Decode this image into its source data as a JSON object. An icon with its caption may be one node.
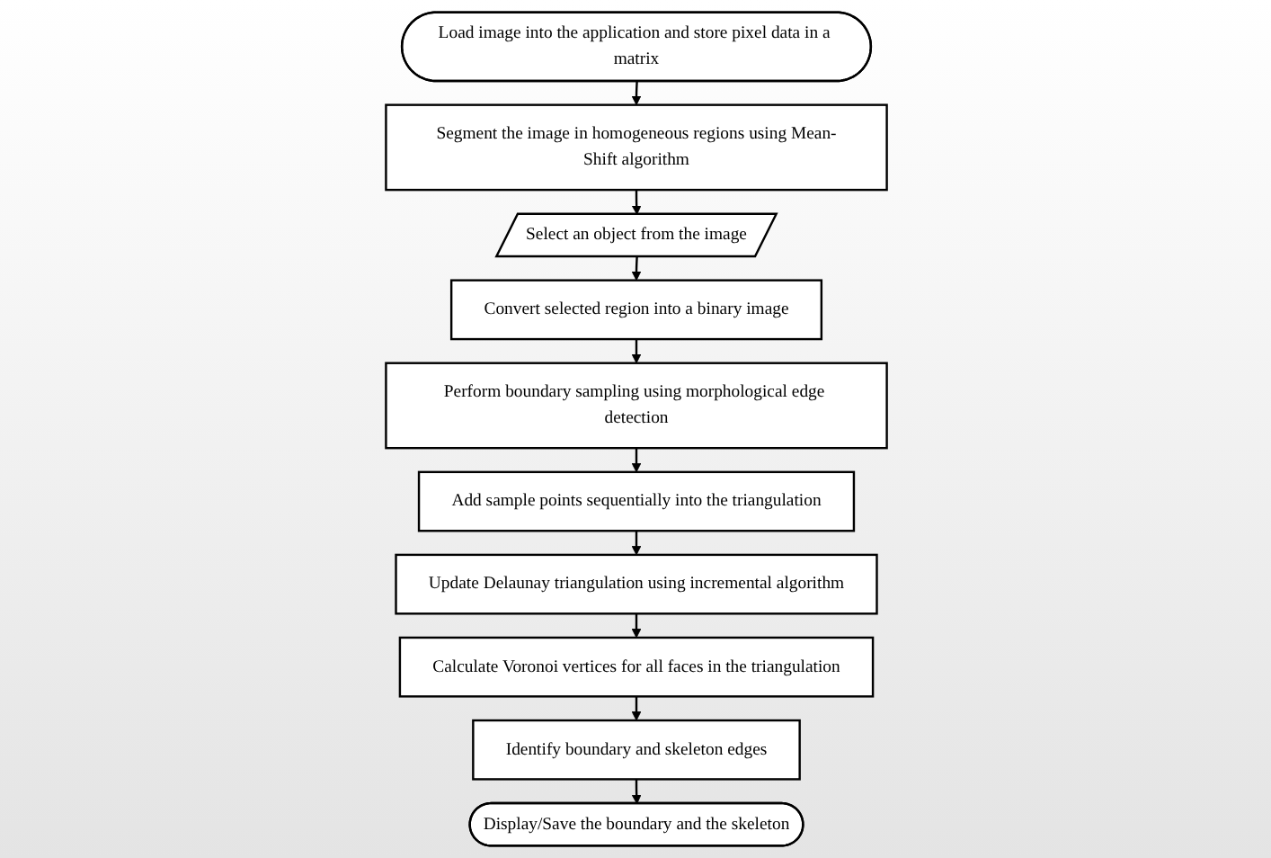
{
  "diagram": {
    "nodes": [
      {
        "text": [
          "Load image into the application and store pixel data in a matrix"
        ]
      },
      {
        "text": [
          "Segment the image in homogeneous regions using Mean-Shift algorithm"
        ]
      },
      {
        "text": [
          "Select an object from the image"
        ]
      },
      {
        "text": [
          "Convert selected region into a binary image"
        ]
      },
      {
        "text": [
          "Perform boundary sampling using morphological edge detection"
        ]
      },
      {
        "text": [
          "Add sample points sequentially into the triangulation"
        ]
      },
      {
        "text": [
          "Update Delaunay triangulation using incremental algorithm"
        ]
      },
      {
        "text": [
          "Calculate Voronoi vertices for all faces in the triangulation"
        ]
      },
      {
        "text": [
          "Identify boundary and skeleton edges"
        ]
      },
      {
        "text": [
          "Display/Save the boundary and the skeleton"
        ]
      }
    ],
    "edges": [
      {
        "from": 0,
        "to": 1,
        "arrow": "to"
      },
      {
        "from": 1,
        "to": 2,
        "arrow": "to"
      },
      {
        "from": 2,
        "to": 3,
        "arrow": "to"
      },
      {
        "from": 3,
        "to": 4,
        "arrow": "to"
      },
      {
        "from": 4,
        "to": 5,
        "arrow": "to"
      },
      {
        "from": 5,
        "to": 6,
        "arrow": "to"
      },
      {
        "from": 6,
        "to": 7,
        "arrow": "to"
      },
      {
        "from": 7,
        "to": 8,
        "arrow": "to"
      },
      {
        "from": 8,
        "to": 9,
        "arrow": "to"
      }
    ]
  }
}
